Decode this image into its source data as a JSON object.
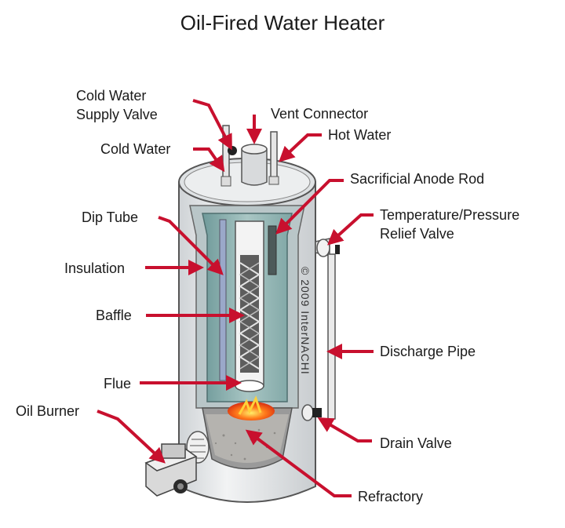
{
  "title": "Oil-Fired Water Heater",
  "copyright": "© 2009 InterNACHI",
  "labels": {
    "cold_water_supply_valve": [
      "Cold Water",
      "Supply Valve"
    ],
    "vent_connector": "Vent Connector",
    "hot_water": "Hot Water",
    "cold_water": "Cold Water",
    "sacrificial_anode_rod": "Sacrificial Anode Rod",
    "dip_tube": "Dip Tube",
    "temp_pressure_relief_valve": [
      "Temperature/Pressure",
      "Relief Valve"
    ],
    "insulation": "Insulation",
    "baffle": "Baffle",
    "discharge_pipe": "Discharge Pipe",
    "flue": "Flue",
    "oil_burner": "Oil Burner",
    "drain_valve": "Drain Valve",
    "refractory": "Refractory"
  },
  "colors": {
    "arrow": "#c8102e",
    "tank_shell": "#e6e8ea",
    "water": "#8fb3b3",
    "insulation": "#b9c6c8",
    "flame": "#ff5a1f"
  }
}
